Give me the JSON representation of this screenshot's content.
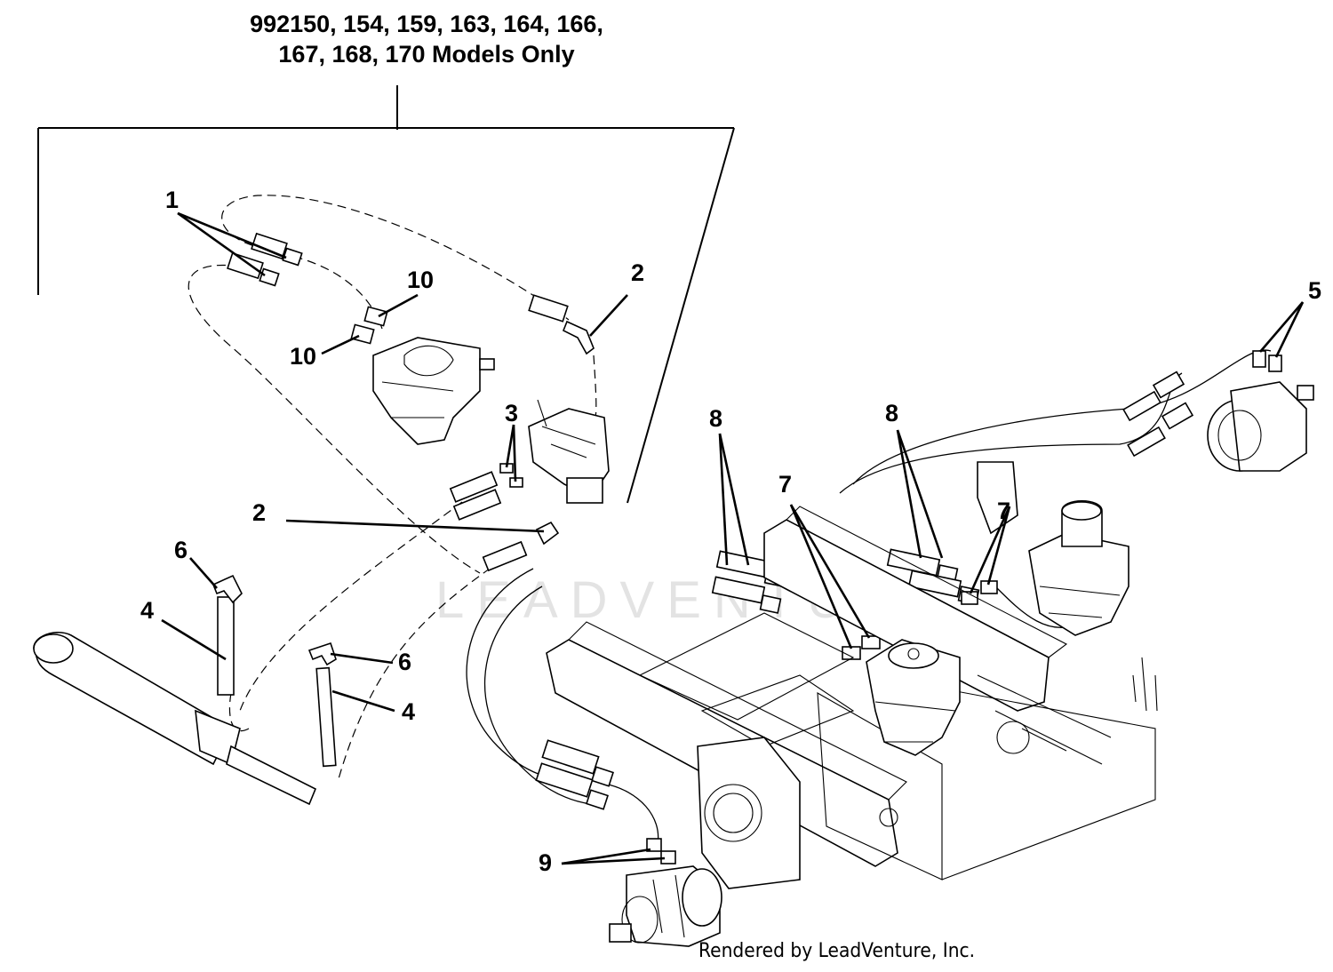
{
  "header": {
    "line1": "992150, 154, 159, 163, 164, 166,",
    "line2": "167, 168, 170 Models Only"
  },
  "watermark": "LEADVENTURE",
  "footer": "Rendered by LeadVenture, Inc.",
  "callouts": [
    {
      "id": "c1",
      "label": "1"
    },
    {
      "id": "c2a",
      "label": "2"
    },
    {
      "id": "c2b",
      "label": "2"
    },
    {
      "id": "c3",
      "label": "3"
    },
    {
      "id": "c4a",
      "label": "4"
    },
    {
      "id": "c4b",
      "label": "4"
    },
    {
      "id": "c5",
      "label": "5"
    },
    {
      "id": "c6a",
      "label": "6"
    },
    {
      "id": "c6b",
      "label": "6"
    },
    {
      "id": "c7a",
      "label": "7"
    },
    {
      "id": "c7b",
      "label": "7"
    },
    {
      "id": "c8a",
      "label": "8"
    },
    {
      "id": "c8b",
      "label": "8"
    },
    {
      "id": "c9",
      "label": "9"
    },
    {
      "id": "c10a",
      "label": "10"
    },
    {
      "id": "c10b",
      "label": "10"
    }
  ]
}
